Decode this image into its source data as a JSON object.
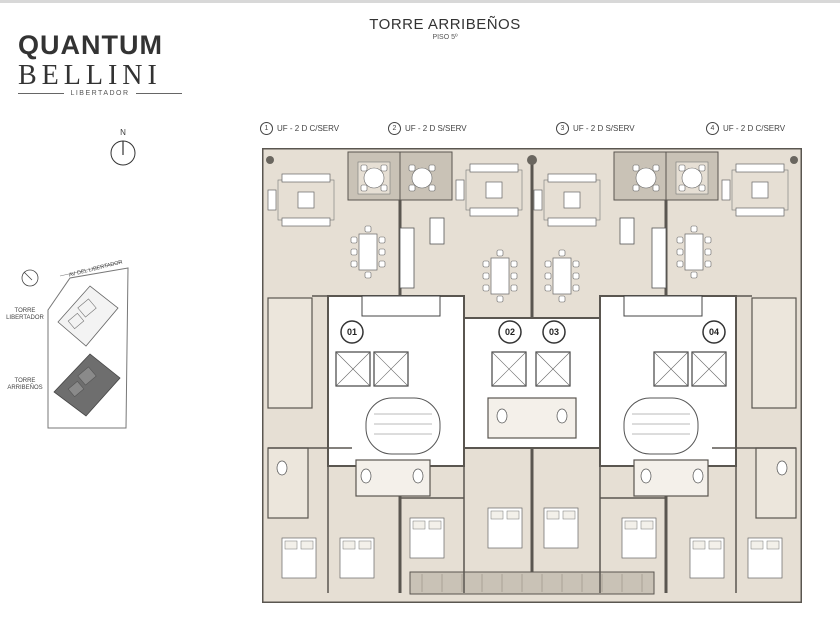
{
  "brand": {
    "line1": "QUANTUM",
    "line2": "BELLINI",
    "line3": "LIBERTADOR"
  },
  "title": "TORRE  ARRIBEÑOS",
  "subtitle": "PISO 5º",
  "north": "N",
  "units": [
    {
      "num": "1",
      "label": "UF - 2 D C/SERV",
      "tag": "01"
    },
    {
      "num": "2",
      "label": "UF - 2 D S/SERV",
      "tag": "02"
    },
    {
      "num": "3",
      "label": "UF - 2 D S/SERV",
      "tag": "03"
    },
    {
      "num": "4",
      "label": "UF - 2 D C/SERV",
      "tag": "04"
    }
  ],
  "site": {
    "street": "AV DEL LIBERTADOR",
    "tower1": "TORRE\nLIBERTADOR",
    "tower2": "TORRE\nARRIBEÑOS"
  },
  "colors": {
    "floor": "#e6dfd4",
    "wall": "#5a5650",
    "core": "#ffffff",
    "line": "#8a8478"
  }
}
